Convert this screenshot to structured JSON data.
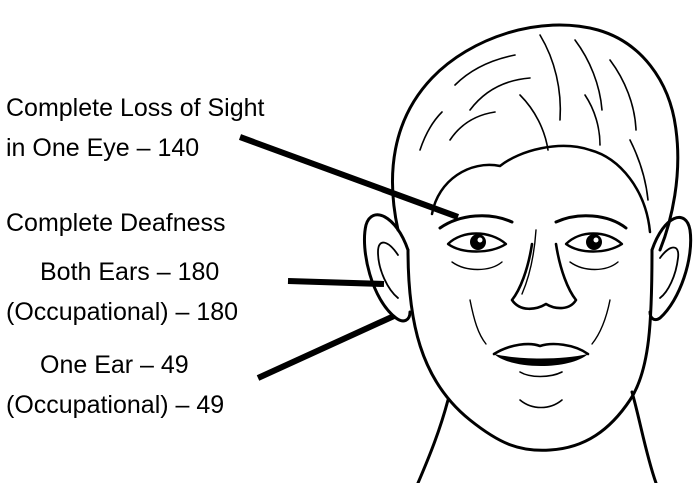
{
  "labels": {
    "sight_line1": "Complete Loss of Sight",
    "sight_line2": "in One Eye – 140",
    "deafness_heading": "Complete Deafness",
    "both_ears": "Both Ears – 180",
    "both_ears_occupational": "(Occupational) – 180",
    "one_ear": "One Ear – 49",
    "one_ear_occupational": "(Occupational) – 49"
  },
  "colors": {
    "ink": "#000000",
    "background": "#ffffff"
  }
}
